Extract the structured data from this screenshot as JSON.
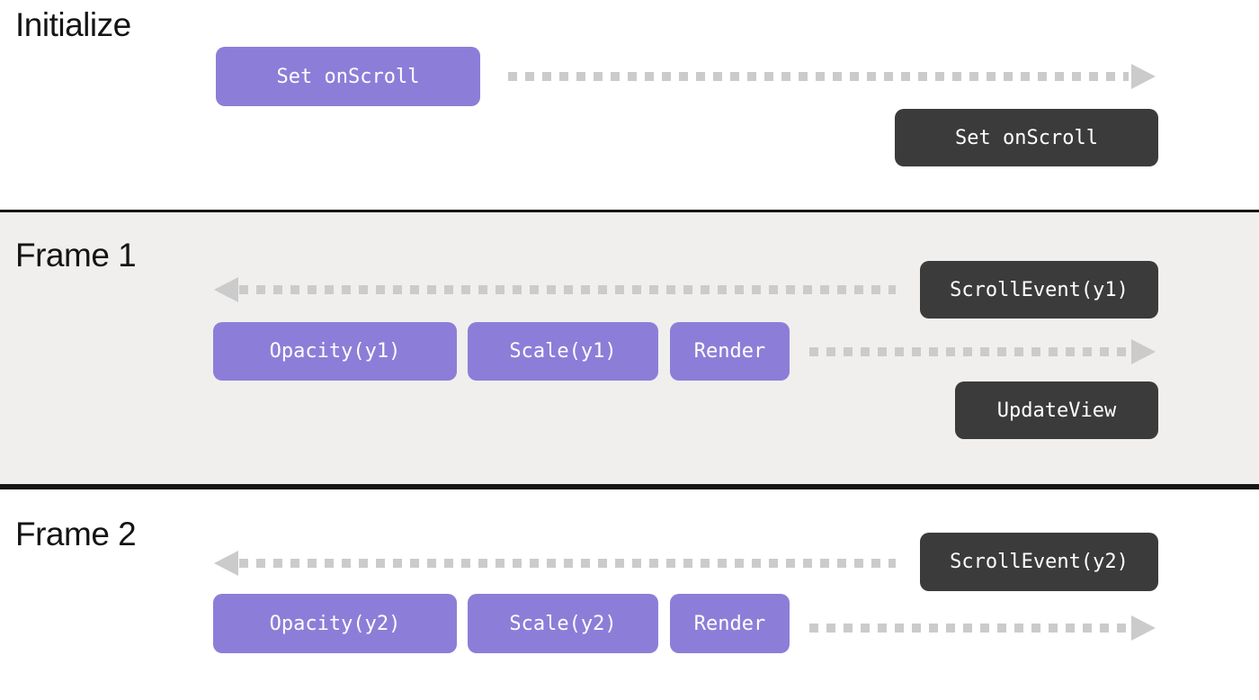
{
  "colors": {
    "purple": "#8c7ed8",
    "dark": "#3b3b3b",
    "arrow": "#cbcbcb",
    "frame_bg": "#f0efee",
    "divider": "#161616",
    "heading": "#141414",
    "text_light": "#ffffff"
  },
  "sections": {
    "initialize": {
      "title": "Initialize",
      "nodes": {
        "js_set_onscroll": "Set onScroll",
        "native_set_onscroll": "Set onScroll"
      }
    },
    "frame1": {
      "title": "Frame 1",
      "nodes": {
        "scroll_event": "ScrollEvent(y1)",
        "opacity": "Opacity(y1)",
        "scale": "Scale(y1)",
        "render": "Render",
        "update_view": "UpdateView"
      }
    },
    "frame2": {
      "title": "Frame 2",
      "nodes": {
        "scroll_event": "ScrollEvent(y2)",
        "opacity": "Opacity(y2)",
        "scale": "Scale(y2)",
        "render": "Render"
      }
    }
  }
}
